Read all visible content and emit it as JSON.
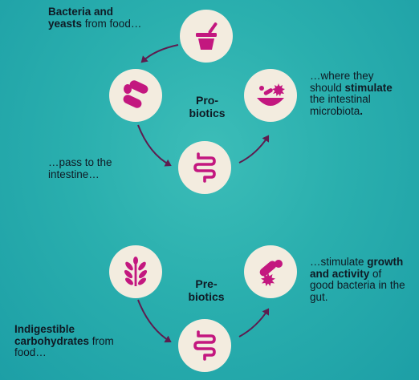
{
  "probiotics": {
    "center_line1": "Pro-",
    "center_line2": "biotics",
    "step1": {
      "bold": "Bacteria and yeasts",
      "rest": " from food…"
    },
    "step2": {
      "text": "…pass to the intestine…"
    },
    "step3": {
      "pre": "…where they should ",
      "bold": "stimulate",
      "post": " the intestinal microbiota",
      "end": "."
    }
  },
  "prebiotics": {
    "center_line1": "Pre-",
    "center_line2": "biotics",
    "step1": {
      "bold": "Indigestible carbohydrates",
      "rest": " from food…"
    },
    "step3": {
      "pre": "…stimulate ",
      "bold": "growth and activity",
      "post": " of good bacteria in the gut."
    }
  },
  "colors": {
    "icon": "#c3177f",
    "circle": "#f3ecdf",
    "arrow": "#5d1d4f",
    "background": "#2aafae"
  }
}
